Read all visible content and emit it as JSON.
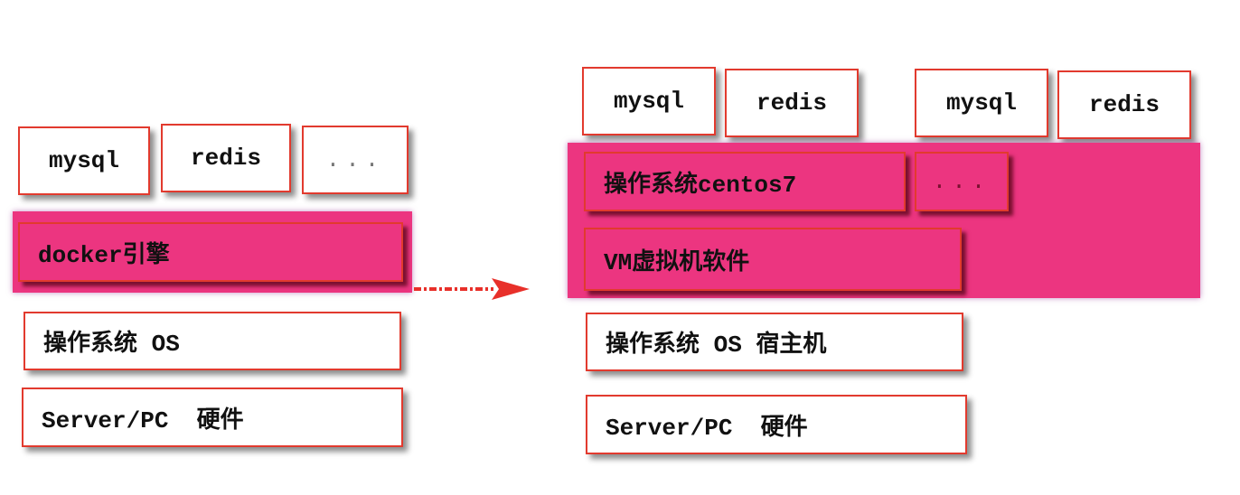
{
  "left_stack": {
    "apps": [
      "mysql",
      "redis",
      "..."
    ],
    "engine": "docker引擎",
    "os": "操作系统 OS",
    "hardware": "Server/PC  硬件"
  },
  "right_stack": {
    "vm1_apps": [
      "mysql",
      "redis"
    ],
    "vm2_apps": [
      "mysql",
      "redis"
    ],
    "guest_os": "操作系统centos7",
    "guest_more": "...",
    "hypervisor": "VM虚拟机软件",
    "host_os": "操作系统 OS 宿主机",
    "hardware": "Server/PC  硬件"
  },
  "colors": {
    "border": "#e23a2e",
    "layer_fill": "#ec3580",
    "arrow": "#e8302a"
  }
}
